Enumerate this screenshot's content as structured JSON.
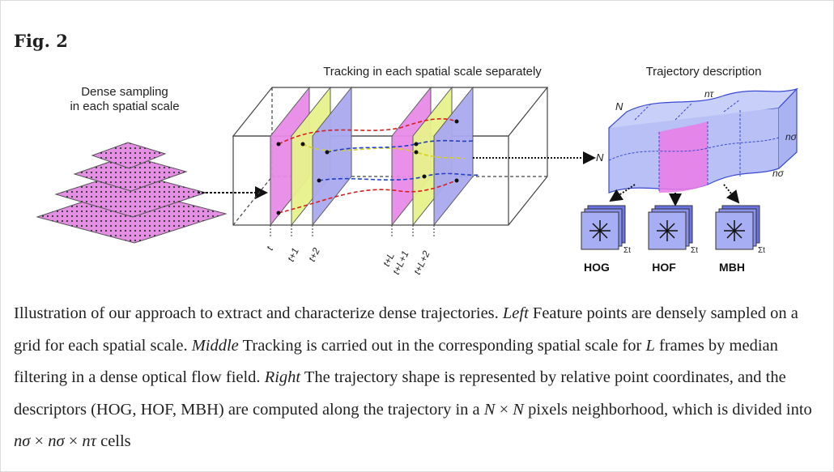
{
  "figure": {
    "label": "Fig. 2",
    "panels": {
      "left_title_line1": "Dense sampling",
      "left_title_line2": "in each spatial scale",
      "middle_title": "Tracking in each spatial scale separately",
      "right_title": "Trajectory description"
    },
    "frame_labels": [
      "t",
      "t+1",
      "t+2",
      "t+L",
      "t+L+1",
      "t+L+2"
    ],
    "grid_labels": {
      "N_top": "N",
      "N_side": "N",
      "n_tau": "nτ",
      "n_sigma_1": "nσ",
      "n_sigma_2": "nσ"
    },
    "descriptors": [
      "HOG",
      "HOF",
      "MBH"
    ],
    "sum_symbol": "Σt"
  },
  "caption": {
    "s1": "Illustration of our approach to extract and characterize dense trajectories.",
    "left_label": "Left",
    "s2": "Feature points are densely sampled on a grid for each spatial scale.",
    "middle_label": "Middle",
    "s3a": "Tracking is carried out in the corresponding spatial scale for",
    "L": "L",
    "s3b": "frames by median filtering in a dense optical flow field.",
    "right_label": "Right",
    "s4a": "The trajectory shape is represented by relative point coordinates, and the descriptors (HOG, HOF, MBH) are computed along the trajectory in a",
    "N1": "N",
    "times1": "×",
    "N2": "N",
    "s4b": "pixels neighborhood, which is divided into",
    "ns1": "nσ",
    "times2": "×",
    "ns2": "nσ",
    "times3": "×",
    "nt": "nτ",
    "s4c": "cells"
  }
}
